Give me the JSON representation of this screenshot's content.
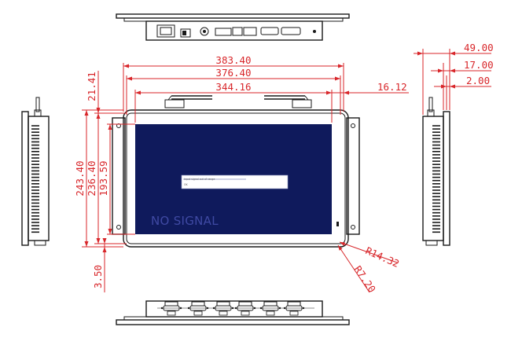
{
  "screen": {
    "message": "NO SIGNAL",
    "dialog_line_1": "Input signal out of range",
    "dialog_line_2": "OK",
    "background_color": "#0f1a5c"
  },
  "dimensions": {
    "overall_width": "383.40",
    "bezel_width": "376.40",
    "screen_width": "344.16",
    "screen_right_offset": "16.12",
    "top_offset": "21.41",
    "overall_height": "243.40",
    "bezel_height": "236.40",
    "screen_height": "193.59",
    "bottom_offset": "3.50",
    "outer_radius": "R14.32",
    "inner_radius": "R7.20",
    "side_depth_total": "49.00",
    "side_depth_flange": "17.00",
    "side_depth_lip": "2.00"
  },
  "colors": {
    "dimension": "#d8262a",
    "outline": "#1a1a1a"
  }
}
